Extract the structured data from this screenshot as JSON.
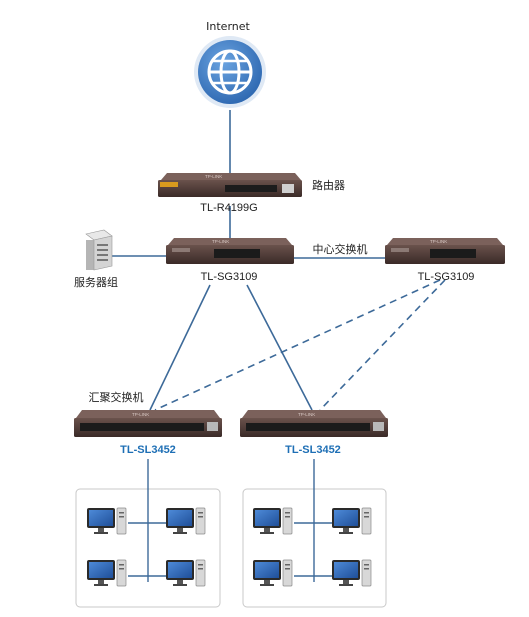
{
  "internet": {
    "label": "Internet",
    "icon": "globe-icon"
  },
  "router": {
    "name": "路由器",
    "model": "TL-R4199G",
    "brand": "TP-LINK"
  },
  "core_switch": {
    "label": "中心交换机",
    "left_model": "TL-SG3109",
    "right_model": "TL-SG3109",
    "brand": "TP-LINK"
  },
  "server": {
    "label": "服务器组",
    "icon": "server-icon"
  },
  "aggregation": {
    "label": "汇聚交换机",
    "left_model": "TL-SL3452",
    "right_model": "TL-SL3452",
    "brand": "TP-LINK"
  },
  "colors": {
    "link": "#3d6a99",
    "model_accent": "#1e6fb5",
    "globe": "#3a78c2",
    "device_body": "#4a3632",
    "pc_screen": "#2b63b8"
  },
  "links": [
    {
      "from": "internet",
      "to": "router",
      "style": "solid"
    },
    {
      "from": "router",
      "to": "core-switch-left",
      "style": "solid"
    },
    {
      "from": "core-switch-left",
      "to": "core-switch-right",
      "style": "solid"
    },
    {
      "from": "server",
      "to": "core-switch-left",
      "style": "solid"
    },
    {
      "from": "core-switch-left",
      "to": "access-switch-left",
      "style": "solid"
    },
    {
      "from": "core-switch-left",
      "to": "access-switch-right",
      "style": "solid"
    },
    {
      "from": "core-switch-right",
      "to": "access-switch-left",
      "style": "dashed"
    },
    {
      "from": "core-switch-right",
      "to": "access-switch-right",
      "style": "dashed"
    }
  ]
}
